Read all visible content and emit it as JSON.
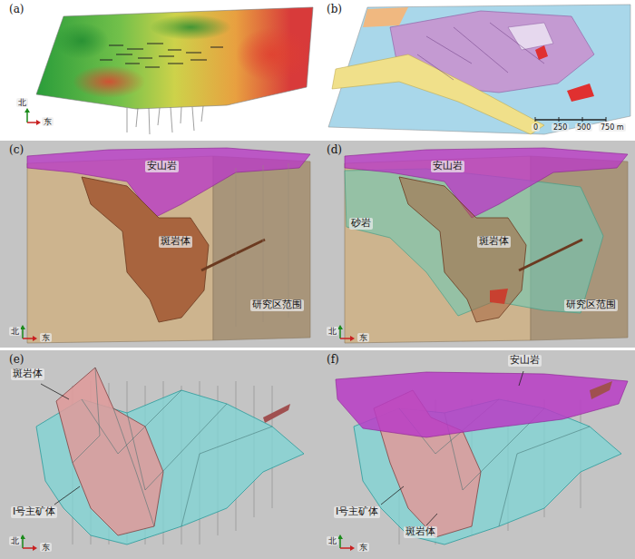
{
  "diagram": {
    "nodes": [
      {
        "text": [
          "(a)",
          "北",
          "东"
        ]
      },
      {
        "text": [
          "(b)",
          "0",
          "250",
          "500",
          "750 m"
        ]
      },
      {
        "text": [
          "(c)",
          "安山岩",
          "斑岩体",
          "研究区范围",
          "北",
          "东"
        ]
      },
      {
        "text": [
          "(d)",
          "安山岩",
          "砂岩",
          "斑岩体",
          "研究区范围",
          "北",
          "东"
        ]
      },
      {
        "text": [
          "(e)",
          "斑岩体",
          "Ⅰ号主矿体",
          "北",
          "东"
        ]
      },
      {
        "text": [
          "(f)",
          "安山岩",
          "Ⅰ号主矿体",
          "斑岩体",
          "北",
          "东"
        ]
      }
    ]
  }
}
